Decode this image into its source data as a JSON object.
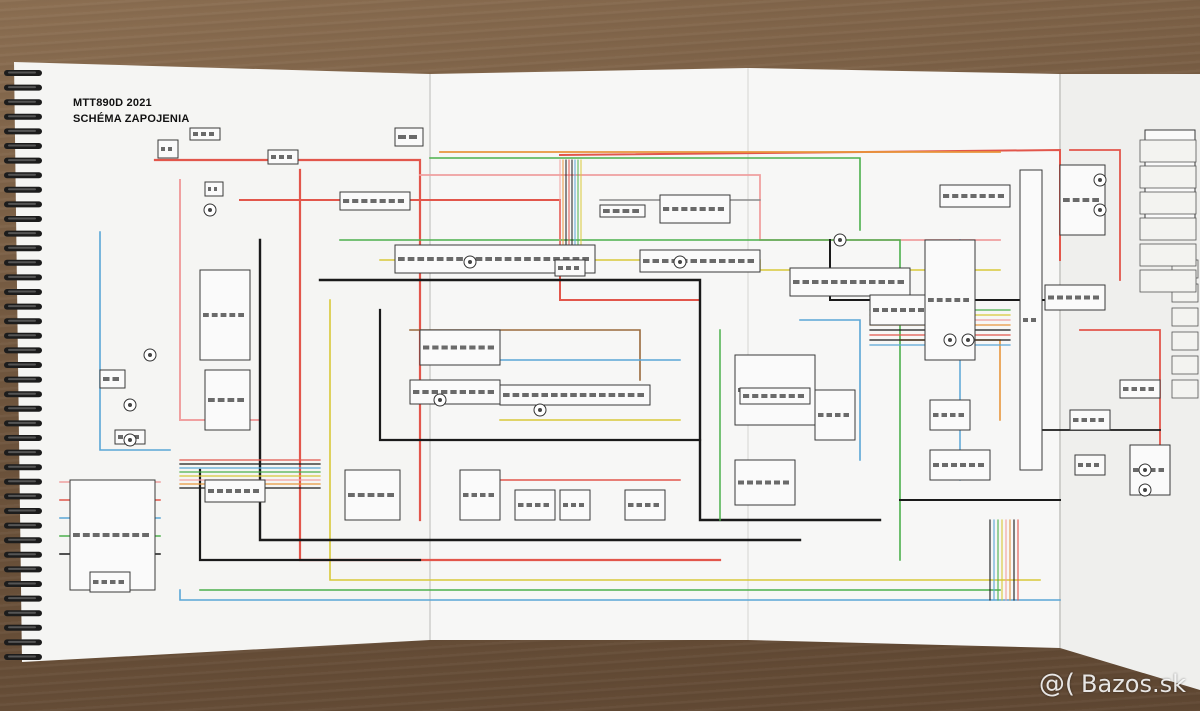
{
  "document": {
    "title_line1": "MTT890D 2021",
    "title_line2": "SCHÉMA ZAPOJENIA"
  },
  "watermark": {
    "logo_mark": "@(",
    "site_name": "Bazos.sk"
  },
  "wire_colors": {
    "red": "#e2564b",
    "pink": "#f0a0a0",
    "black": "#1a1a1a",
    "blue": "#5aa6d6",
    "green": "#4cb04c",
    "yellow": "#d8c838",
    "orange": "#e8963c",
    "brown": "#9a6a3c",
    "gray": "#8a8a8a"
  },
  "background": {
    "paper": "#f7f7f5",
    "table": "#7a5f45"
  }
}
